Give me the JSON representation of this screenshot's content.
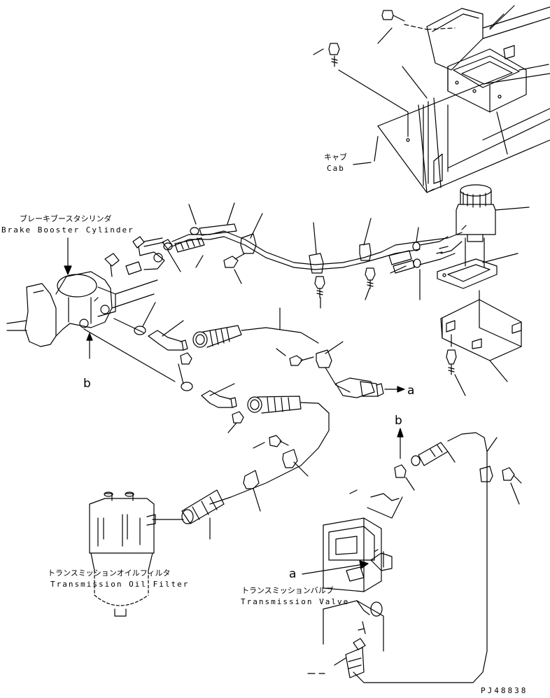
{
  "labels": {
    "cab_jp": "キャブ",
    "cab_en": "Cab",
    "brake_booster_jp": "ブレーキブースタシリンダ",
    "brake_booster_en": "Brake Booster Cylinder",
    "trans_filter_jp": "トランスミッションオイルフィルタ",
    "trans_filter_en": "Transmission Oil Filter",
    "trans_valve_jp": "トランスミッションバルブ",
    "trans_valve_en": "Transmission Valve"
  },
  "callouts": {
    "a": "a",
    "b": "b"
  },
  "drawing_code": "PJ48838",
  "colors": {
    "line": "#000000",
    "background": "#ffffff"
  }
}
